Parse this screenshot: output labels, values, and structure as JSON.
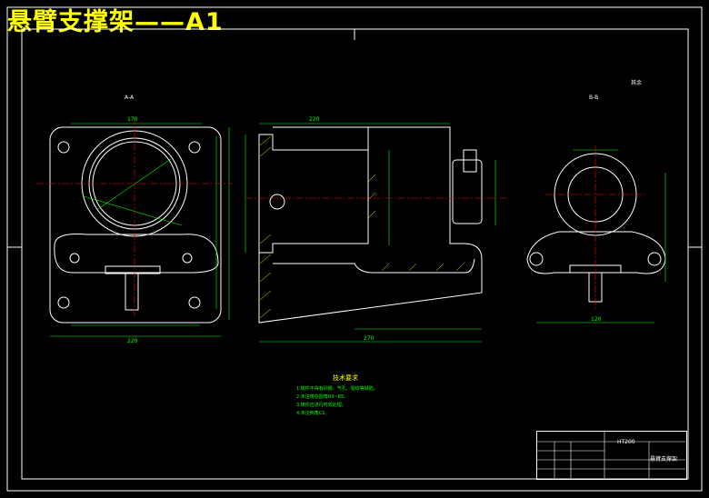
{
  "title": "悬臂支撑架——A1",
  "views": {
    "left_label": "A-A",
    "right_label": "B-B",
    "roughness_note": "其余"
  },
  "dimensions": {
    "left_width_top": "170",
    "left_width_bottom": "220",
    "center_top": "220",
    "center_bottom": "270",
    "right_bottom": "120"
  },
  "notes": {
    "title": "技术要求",
    "items": [
      "1.铸件不得有砂眼、气孔、裂纹等缺陷。",
      "2.未注铸造圆角R3~R5。",
      "3.铸件应进行时效处理。",
      "4.未注倒角C1。"
    ]
  },
  "title_block": {
    "part_name": "悬臂支撑架",
    "material": "HT200"
  },
  "colors": {
    "outline": "#ffffff",
    "dimension": "#00ff00",
    "centerline": "#ff0000",
    "hatch": "#ffff00",
    "title": "#ffff00"
  }
}
